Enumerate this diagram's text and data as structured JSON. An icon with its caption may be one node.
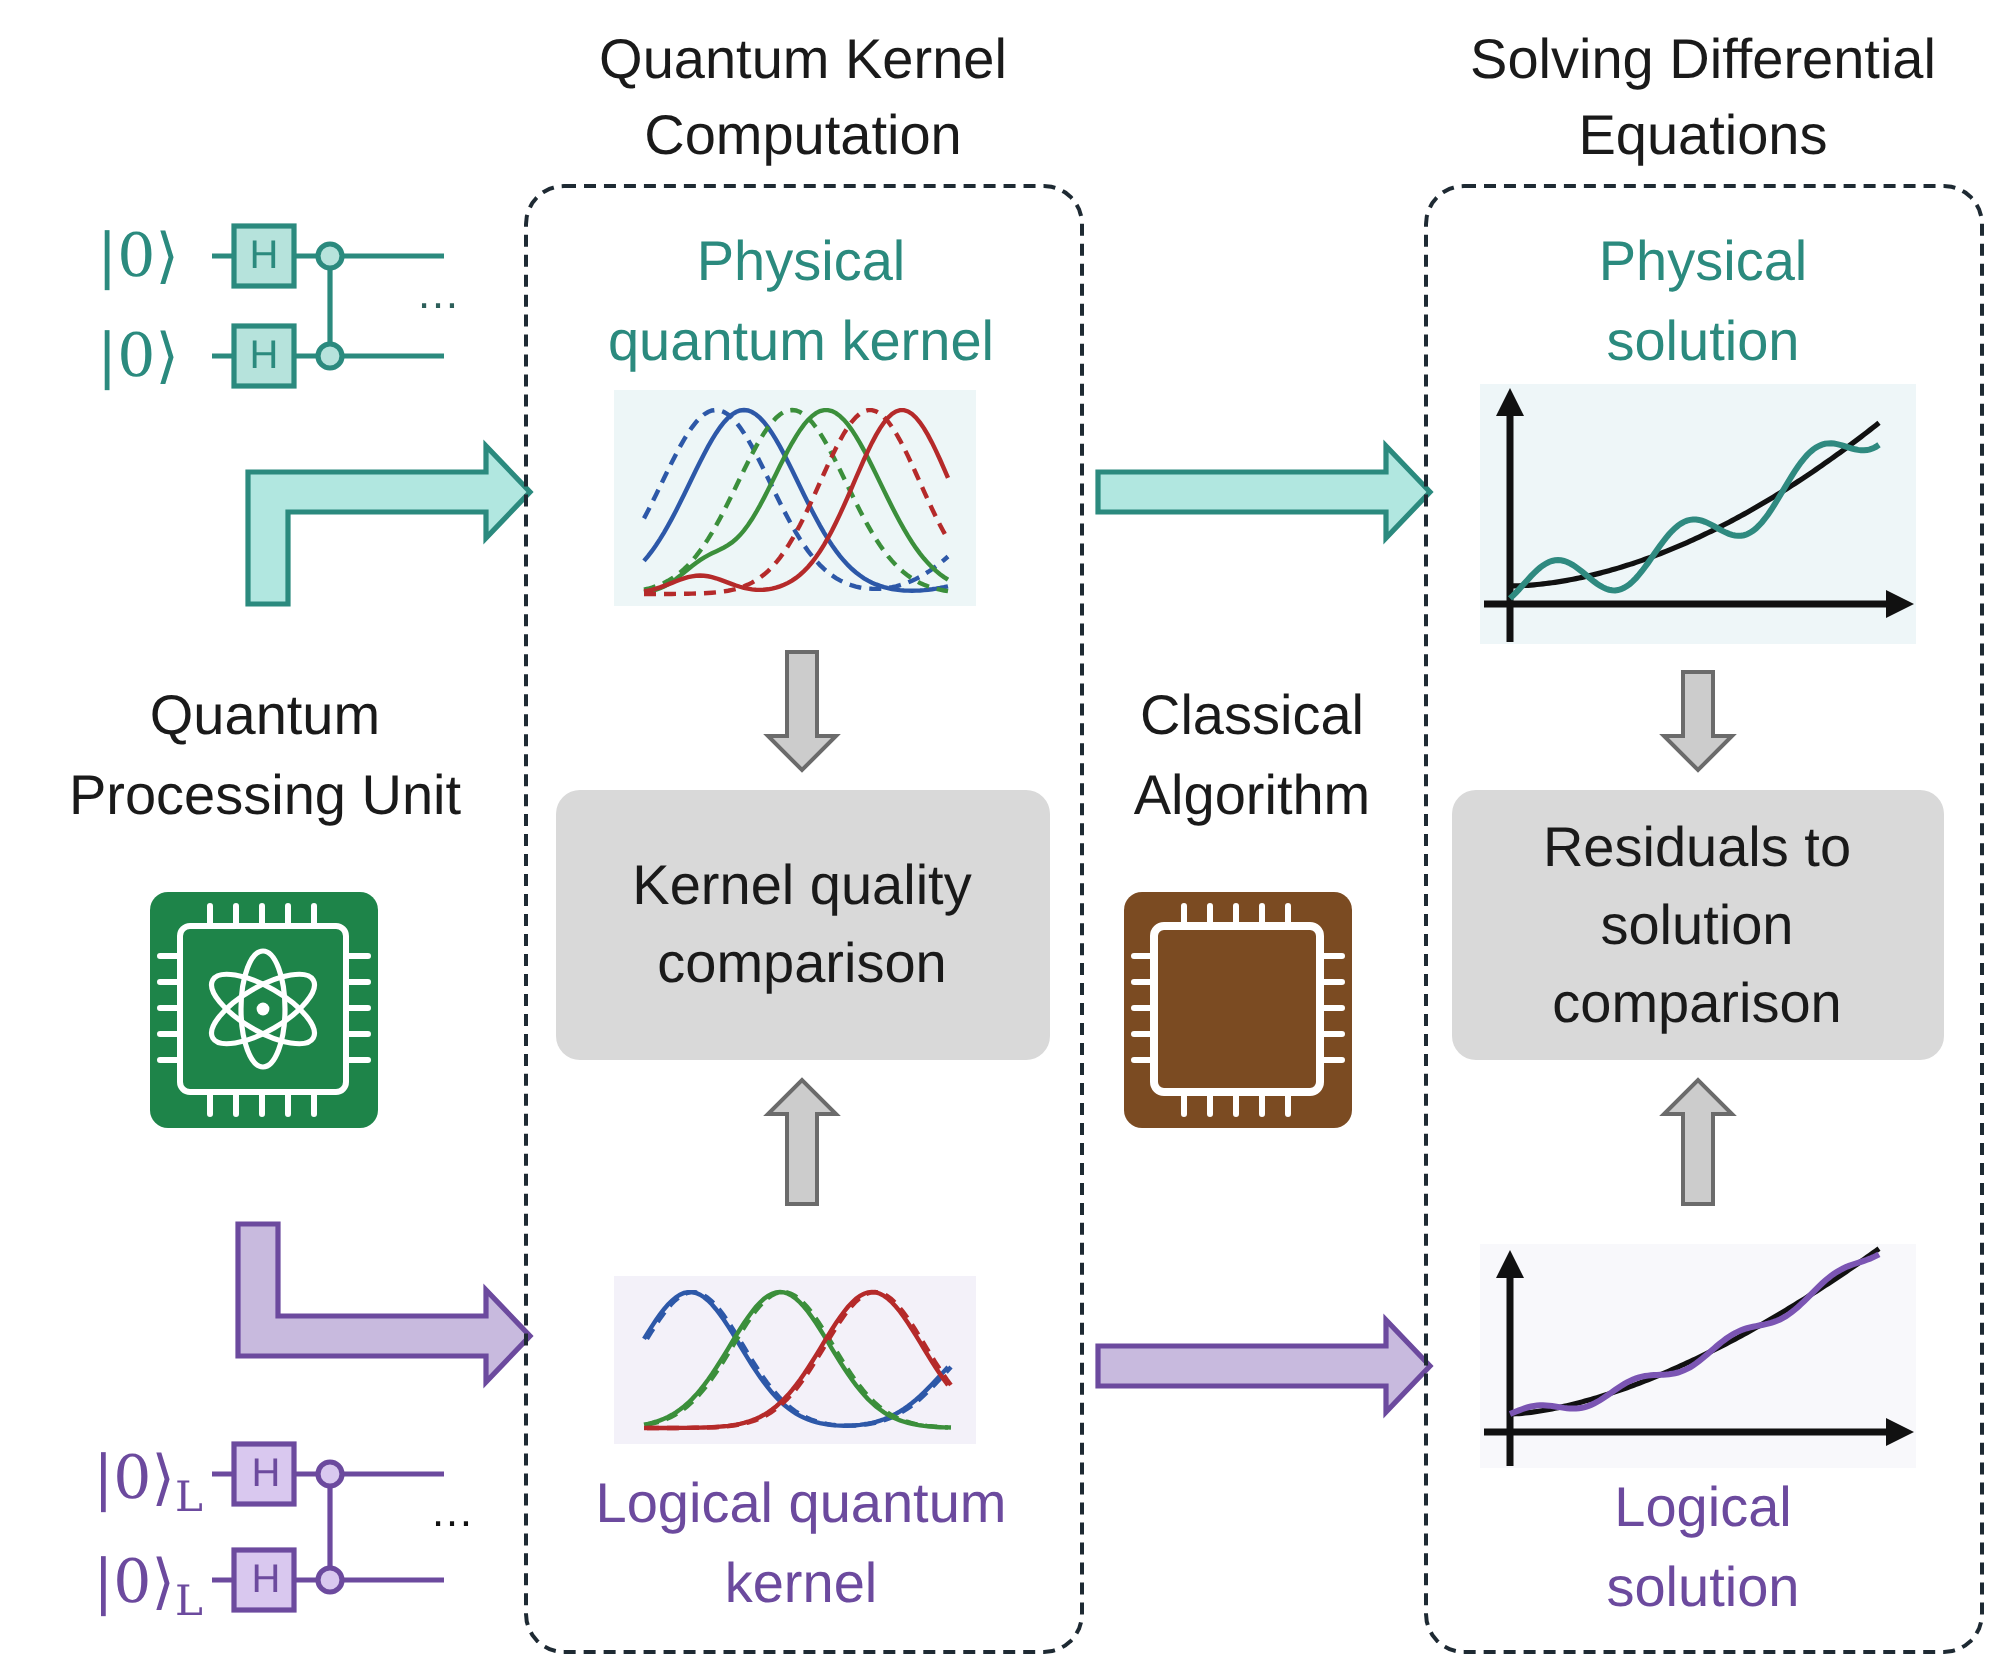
{
  "diagram": {
    "nodes": [
      {
        "text": [
          "Quantum Kernel Computation"
        ]
      },
      {
        "text": [
          "Physical quantum kernel"
        ],
        "in": 0
      },
      {
        "text": [
          "Kernel quality comparison"
        ],
        "in": 0
      },
      {
        "text": [
          "Logical quantum kernel"
        ],
        "in": 0
      },
      {
        "text": [
          "Solving Differential Equations"
        ]
      },
      {
        "text": [
          "Physical solution"
        ],
        "in": 4
      },
      {
        "text": [
          "Residuals to solution comparison"
        ],
        "in": 4
      },
      {
        "text": [
          "Logical solution"
        ],
        "in": 4
      },
      {
        "text": [
          "Quantum Processing Unit"
        ]
      }
    ],
    "edges": [
      {
        "from": 8,
        "to": 1,
        "arrow": "to",
        "style": "thick",
        "color": "#2b8a7e"
      },
      {
        "from": 1,
        "to": 5,
        "arrow": "to",
        "style": "thick",
        "color": "#2b8a7e"
      },
      {
        "from": 1,
        "to": 2,
        "arrow": "to"
      },
      {
        "from": 5,
        "to": 6,
        "arrow": "to"
      },
      {
        "from": 3,
        "to": 2,
        "arrow": "to"
      },
      {
        "from": 7,
        "to": 6,
        "arrow": "to"
      },
      {
        "from": 8,
        "to": 3,
        "arrow": "to",
        "style": "thick",
        "color": "#6c4a9e"
      },
      {
        "from": 3,
        "to": 7,
        "arrow": "to",
        "style": "thick",
        "color": "#6c4a9e"
      }
    ],
    "labels": [
      "|0⟩",
      "H",
      "|0⟩",
      "H",
      "…",
      "Classical Algorithm",
      "|0⟩$_{L}$",
      "H",
      "|0⟩$_{L}$",
      "H",
      "…"
    ]
  }
}
